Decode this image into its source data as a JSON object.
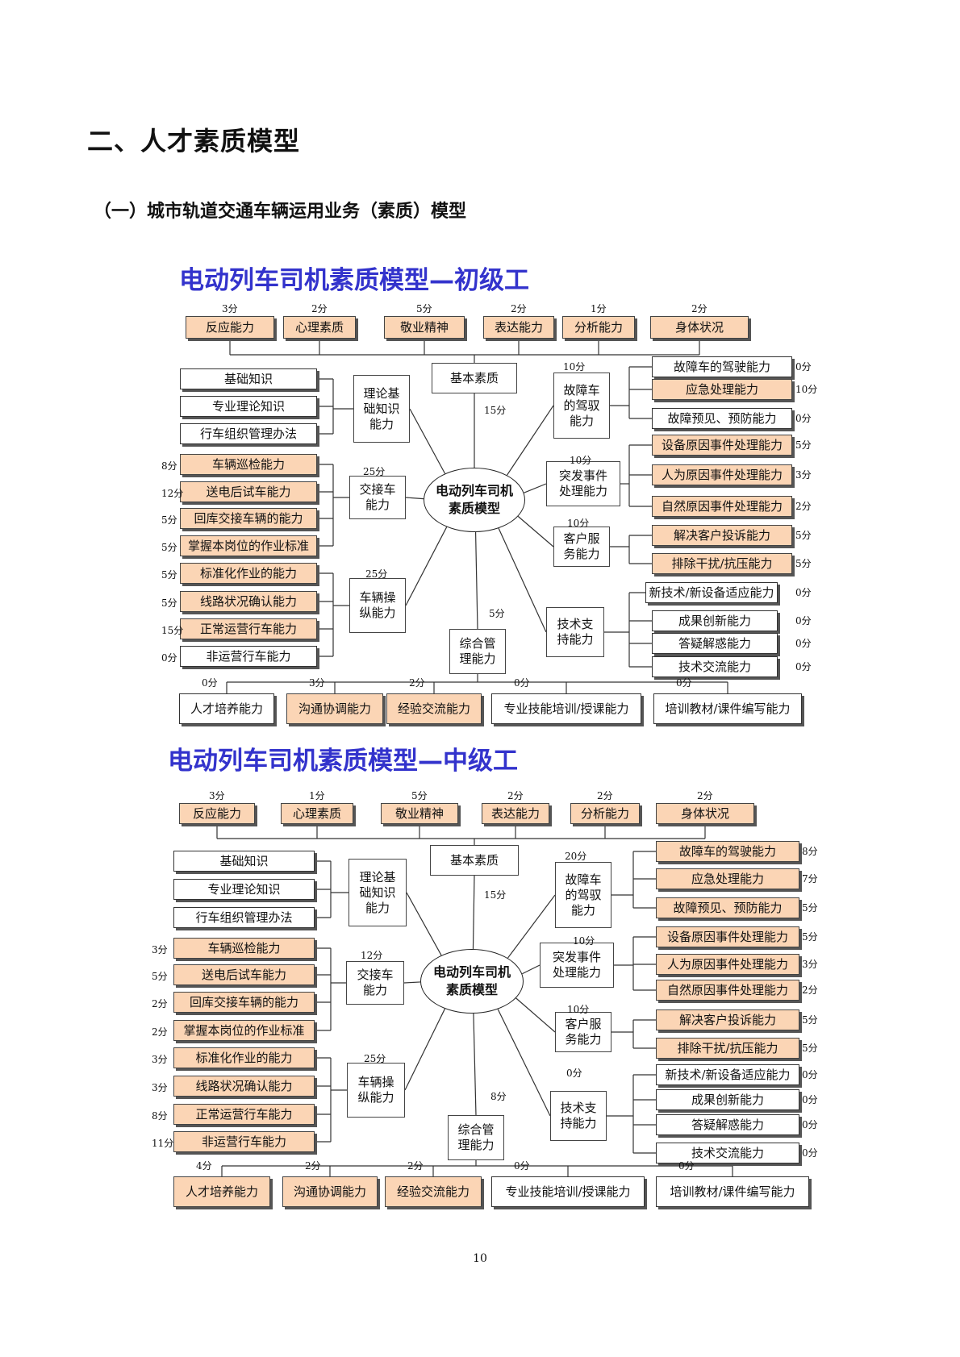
{
  "section_title": "二、人才素质模型",
  "subsection_title": "（一）城市轨道交通车辆运用业务（素质）模型",
  "page_number": "10",
  "colors": {
    "title_blue": "#3333cc",
    "highlight_fill": "#fbd5b5"
  },
  "diagrams": [
    {
      "title": "电动列车司机素质模型—初级工",
      "center": "电动列车司机\n素质模型",
      "top": [
        {
          "label": "反应能力",
          "score": "3分",
          "hl": true
        },
        {
          "label": "心理素质",
          "score": "2分",
          "hl": true
        },
        {
          "label": "敬业精神",
          "score": "5分",
          "hl": true
        },
        {
          "label": "表达能力",
          "score": "2分",
          "hl": true
        },
        {
          "label": "分析能力",
          "score": "1分",
          "hl": true
        },
        {
          "label": "身体状况",
          "score": "2分",
          "hl": true
        }
      ],
      "categories": {
        "basic": {
          "label": "基本素质",
          "score": "15分"
        },
        "theory": {
          "label": "理论基\n础知识\n能力",
          "score": ""
        },
        "handover": {
          "label": "交接车\n能力",
          "score": "25分"
        },
        "operate": {
          "label": "车辆操\n纵能力",
          "score": "25分"
        },
        "faulty": {
          "label": "故障车\n的驾驭\n能力",
          "score": "10分"
        },
        "emergency": {
          "label": "突发事件\n处理能力",
          "score": "10分"
        },
        "service": {
          "label": "客户服\n务能力",
          "score": "10分"
        },
        "tech": {
          "label": "技术支\n持能力",
          "score": ""
        },
        "mgmt": {
          "label": "综合管\n理能力",
          "score": "5分"
        }
      },
      "left": [
        {
          "label": "基础知识",
          "score": "",
          "hl": false
        },
        {
          "label": "专业理论知识",
          "score": "",
          "hl": false
        },
        {
          "label": "行车组织管理办法",
          "score": "",
          "hl": false
        },
        {
          "label": "车辆巡检能力",
          "score": "8分",
          "hl": true
        },
        {
          "label": "送电后试车能力",
          "score": "12分",
          "hl": true
        },
        {
          "label": "回库交接车辆的能力",
          "score": "5分",
          "hl": true
        },
        {
          "label": "掌握本岗位的作业标准",
          "score": "5分",
          "hl": true
        },
        {
          "label": "标准化作业的能力",
          "score": "5分",
          "hl": true
        },
        {
          "label": "线路状况确认能力",
          "score": "5分",
          "hl": true
        },
        {
          "label": "正常运营行车能力",
          "score": "15分",
          "hl": true
        },
        {
          "label": "非运营行车能力",
          "score": "0分",
          "hl": false
        }
      ],
      "right": [
        {
          "label": "故障车的驾驶能力",
          "score": "0分",
          "hl": false
        },
        {
          "label": "应急处理能力",
          "score": "10分",
          "hl": true
        },
        {
          "label": "故障预见、预防能力",
          "score": "0分",
          "hl": false
        },
        {
          "label": "设备原因事件处理能力",
          "score": "5分",
          "hl": true
        },
        {
          "label": "人为原因事件处理能力",
          "score": "3分",
          "hl": true
        },
        {
          "label": "自然原因事件处理能力",
          "score": "2分",
          "hl": true
        },
        {
          "label": "解决客户投诉能力",
          "score": "5分",
          "hl": true
        },
        {
          "label": "排除干扰/抗压能力",
          "score": "5分",
          "hl": true
        },
        {
          "label": "新技术/新设备适应能力",
          "score": "0分",
          "hl": false
        },
        {
          "label": "成果创新能力",
          "score": "0分",
          "hl": false
        },
        {
          "label": "答疑解惑能力",
          "score": "0分",
          "hl": false
        },
        {
          "label": "技术交流能力",
          "score": "0分",
          "hl": false
        }
      ],
      "bottom": [
        {
          "label": "人才培养能力",
          "score": "0分",
          "hl": false
        },
        {
          "label": "沟通协调能力",
          "score": "3分",
          "hl": true
        },
        {
          "label": "经验交流能力",
          "score": "2分",
          "hl": true
        },
        {
          "label": "专业技能培训/授课能力",
          "score": "0分",
          "hl": false
        },
        {
          "label": "培训教材/课件编写能力",
          "score": "0分",
          "hl": false
        }
      ]
    },
    {
      "title": "电动列车司机素质模型—中级工",
      "center": "电动列车司机\n素质模型",
      "top": [
        {
          "label": "反应能力",
          "score": "3分",
          "hl": true
        },
        {
          "label": "心理素质",
          "score": "1分",
          "hl": true
        },
        {
          "label": "敬业精神",
          "score": "5分",
          "hl": true
        },
        {
          "label": "表达能力",
          "score": "2分",
          "hl": true
        },
        {
          "label": "分析能力",
          "score": "2分",
          "hl": true
        },
        {
          "label": "身体状况",
          "score": "2分",
          "hl": true
        }
      ],
      "categories": {
        "basic": {
          "label": "基本素质",
          "score": "15分"
        },
        "theory": {
          "label": "理论基\n础知识\n能力",
          "score": ""
        },
        "handover": {
          "label": "交接车\n能力",
          "score": "12分"
        },
        "operate": {
          "label": "车辆操\n纵能力",
          "score": "25分"
        },
        "faulty": {
          "label": "故障车\n的驾驭\n能力",
          "score": "20分"
        },
        "emergency": {
          "label": "突发事件\n处理能力",
          "score": "10分"
        },
        "service": {
          "label": "客户服\n务能力",
          "score": "10分"
        },
        "tech": {
          "label": "技术支\n持能力",
          "score": "0分"
        },
        "mgmt": {
          "label": "综合管\n理能力",
          "score": "8分"
        }
      },
      "left": [
        {
          "label": "基础知识",
          "score": "",
          "hl": false
        },
        {
          "label": "专业理论知识",
          "score": "",
          "hl": false
        },
        {
          "label": "行车组织管理办法",
          "score": "",
          "hl": false
        },
        {
          "label": "车辆巡检能力",
          "score": "3分",
          "hl": true
        },
        {
          "label": "送电后试车能力",
          "score": "5分",
          "hl": true
        },
        {
          "label": "回库交接车辆的能力",
          "score": "2分",
          "hl": true
        },
        {
          "label": "掌握本岗位的作业标准",
          "score": "2分",
          "hl": true
        },
        {
          "label": "标准化作业的能力",
          "score": "3分",
          "hl": true
        },
        {
          "label": "线路状况确认能力",
          "score": "3分",
          "hl": true
        },
        {
          "label": "正常运营行车能力",
          "score": "8分",
          "hl": true
        },
        {
          "label": "非运营行车能力",
          "score": "11分",
          "hl": true
        }
      ],
      "right": [
        {
          "label": "故障车的驾驶能力",
          "score": "8分",
          "hl": true
        },
        {
          "label": "应急处理能力",
          "score": "7分",
          "hl": true
        },
        {
          "label": "故障预见、预防能力",
          "score": "5分",
          "hl": true
        },
        {
          "label": "设备原因事件处理能力",
          "score": "5分",
          "hl": true
        },
        {
          "label": "人为原因事件处理能力",
          "score": "3分",
          "hl": true
        },
        {
          "label": "自然原因事件处理能力",
          "score": "2分",
          "hl": true
        },
        {
          "label": "解决客户投诉能力",
          "score": "5分",
          "hl": true
        },
        {
          "label": "排除干扰/抗压能力",
          "score": "5分",
          "hl": true
        },
        {
          "label": "新技术/新设备适应能力",
          "score": "0分",
          "hl": false
        },
        {
          "label": "成果创新能力",
          "score": "0分",
          "hl": false
        },
        {
          "label": "答疑解惑能力",
          "score": "0分",
          "hl": false
        },
        {
          "label": "技术交流能力",
          "score": "0分",
          "hl": false
        }
      ],
      "bottom": [
        {
          "label": "人才培养能力",
          "score": "4分",
          "hl": true
        },
        {
          "label": "沟通协调能力",
          "score": "2分",
          "hl": true
        },
        {
          "label": "经验交流能力",
          "score": "2分",
          "hl": true
        },
        {
          "label": "专业技能培训/授课能力",
          "score": "0分",
          "hl": false
        },
        {
          "label": "培训教材/课件编写能力",
          "score": "0分",
          "hl": false
        }
      ]
    }
  ]
}
